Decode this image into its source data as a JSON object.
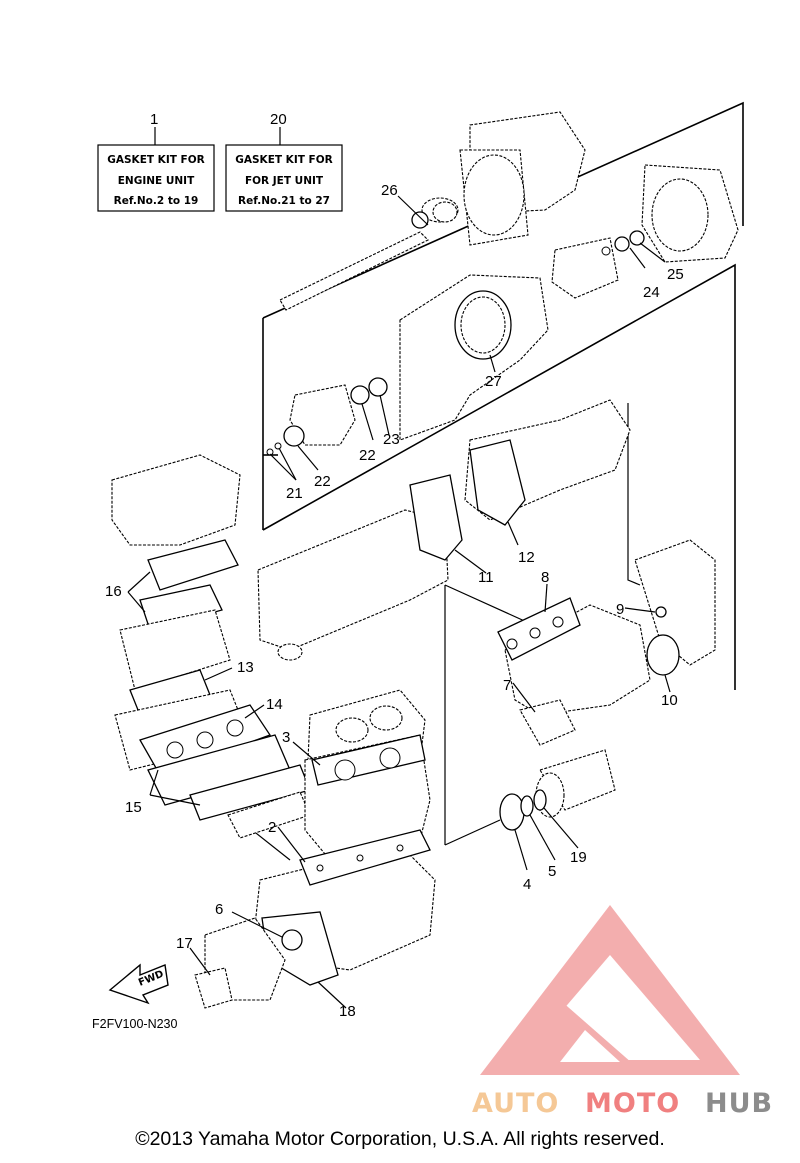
{
  "kits": [
    {
      "number": "1",
      "line1": "GASKET  KIT FOR",
      "line2": "ENGINE UNIT",
      "line3": "Ref.No.2 to 19"
    },
    {
      "number": "20",
      "line1": "GASKET  KIT FOR",
      "line2": "FOR JET UNIT",
      "line3": "Ref.No.21 to 27"
    }
  ],
  "callouts": {
    "p2": "2",
    "p3": "3",
    "p4": "4",
    "p5": "5",
    "p6": "6",
    "p7": "7",
    "p8": "8",
    "p9": "9",
    "p10": "10",
    "p11": "11",
    "p12": "12",
    "p13": "13",
    "p14": "14",
    "p15": "15",
    "p16": "16",
    "p17": "17",
    "p18": "18",
    "p19": "19",
    "p21": "21",
    "p22a": "22",
    "p22b": "22",
    "p23": "23",
    "p24": "24",
    "p25": "25",
    "p26": "26",
    "p27": "27"
  },
  "fwd_label": "FWD",
  "diagram_code": "F2FV100-N230",
  "watermark": {
    "part1": "AUTO",
    "part2": "MOTO",
    "part3": "HUB",
    "color1": "#f5c896",
    "color2": "#f08080",
    "color3": "#8c8c8c"
  },
  "copyright": "©2013 Yamaha Motor Corporation, U.S.A. All rights reserved."
}
